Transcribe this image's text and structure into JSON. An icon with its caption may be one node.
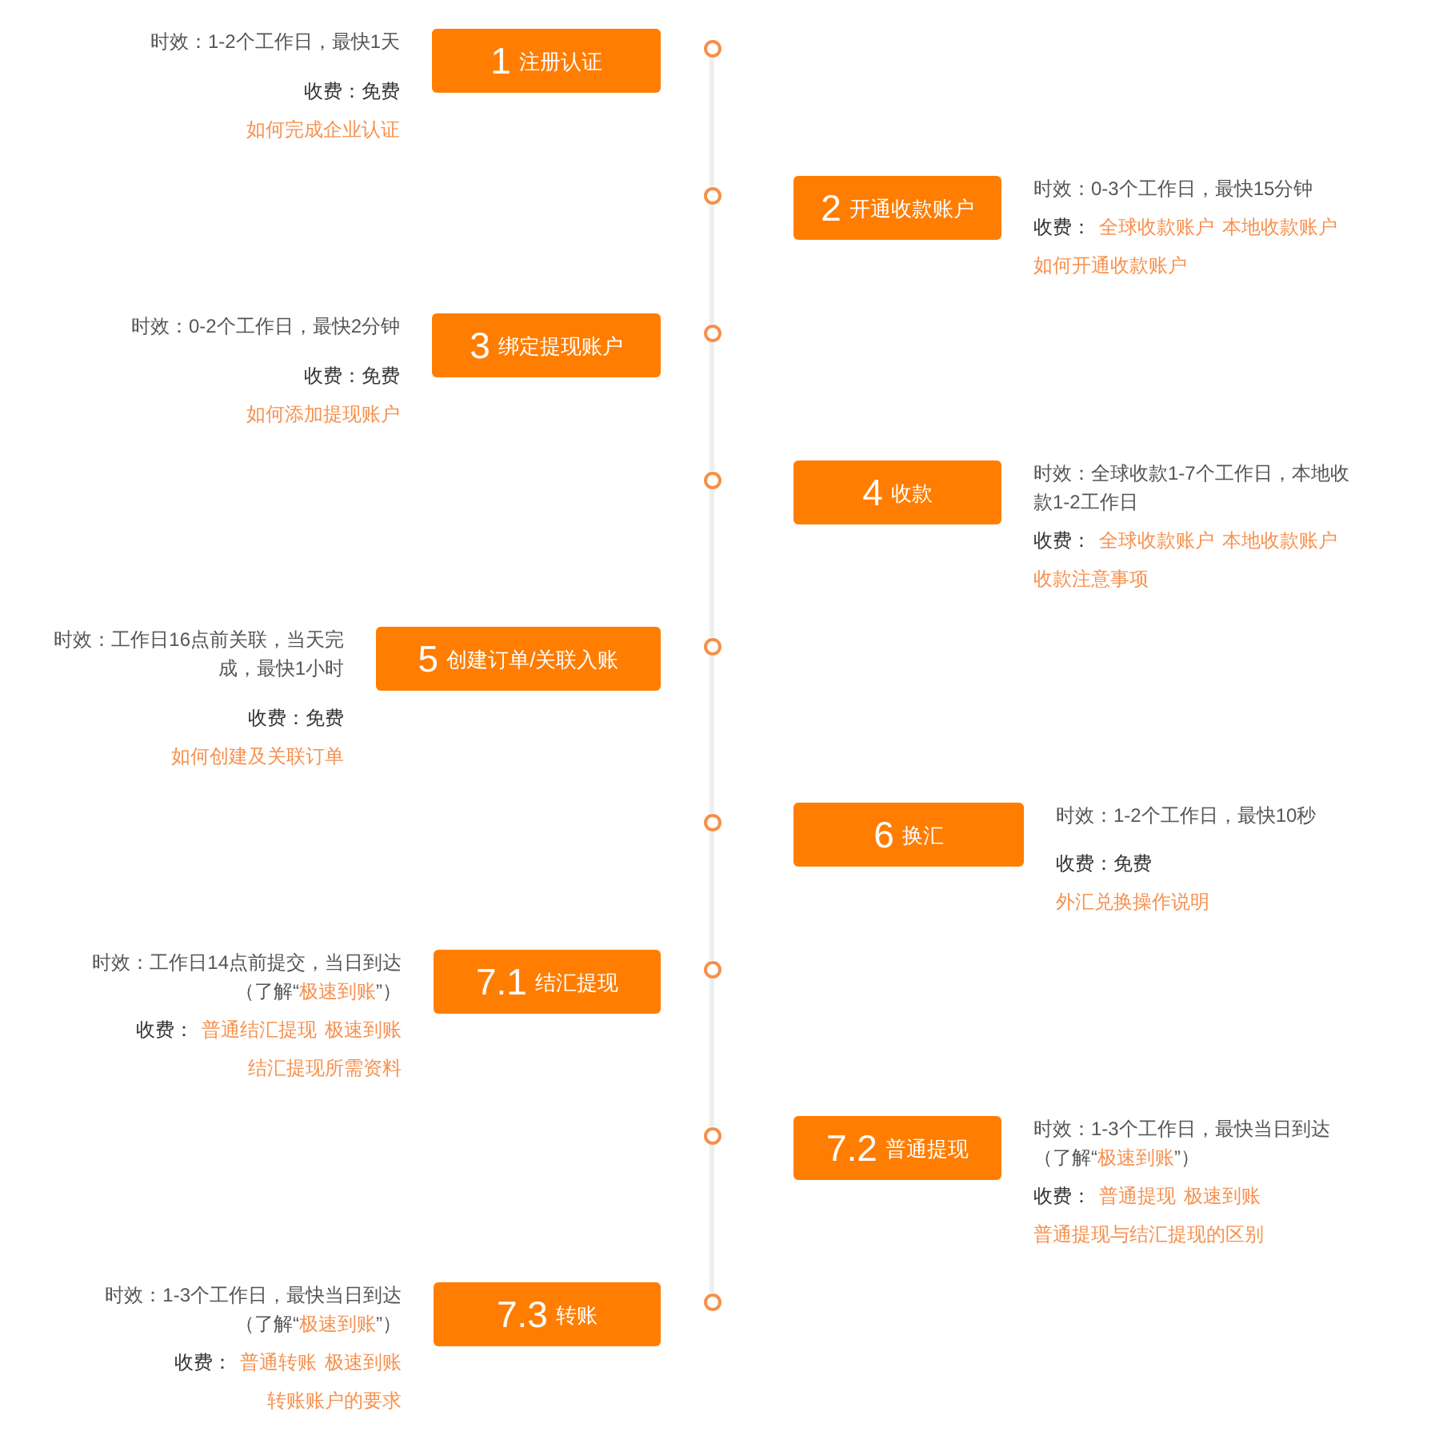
{
  "diagram": {
    "nodes": [
      {
        "text": [
          "1",
          "注册认证"
        ],
        "beside": [
          "时效：1-2个工作日，最快1天",
          "收费：免费",
          "如何完成企业认证"
        ]
      },
      {
        "text": [],
        "shape": "circle"
      },
      {
        "text": [],
        "shape": "circle"
      },
      {
        "text": [
          "2",
          "开通收款账户"
        ],
        "beside": [
          "时效：0-3个工作日，最快15分钟",
          "收费：",
          "全球收款账户",
          "本地收款账户",
          "如何开通收款账户"
        ]
      },
      {
        "text": [
          "3",
          "绑定提现账户"
        ],
        "beside": [
          "时效：0-2个工作日，最快2分钟",
          "收费：免费",
          "如何添加提现账户"
        ]
      },
      {
        "text": [],
        "shape": "circle"
      },
      {
        "text": [],
        "shape": "circle"
      },
      {
        "text": [
          "4",
          "收款"
        ],
        "beside": [
          "时效：全球收款1-7个工作日，本地收款1-2工作日",
          "收费：",
          "全球收款账户",
          "本地收款账户",
          "收款注意事项"
        ]
      },
      {
        "text": [
          "5",
          "创建订单/关联入账"
        ],
        "beside": [
          "时效：工作日16点前关联，当天完成，最快1小时",
          "收费：免费",
          "如何创建及关联订单"
        ]
      },
      {
        "text": [],
        "shape": "circle"
      },
      {
        "text": [],
        "shape": "circle"
      },
      {
        "text": [
          "6",
          "换汇"
        ],
        "beside": [
          "时效：1-2个工作日，最快10秒",
          "收费：免费",
          "外汇兑换操作说明"
        ]
      },
      {
        "text": [
          "7.1",
          "结汇提现"
        ],
        "beside": [
          "时效：工作日14点前提交，当日到达（了解“",
          "极速到账",
          "”）",
          "收费：",
          "普通结汇提现",
          "极速到账",
          "结汇提现所需资料"
        ]
      },
      {
        "text": [],
        "shape": "circle"
      },
      {
        "text": [],
        "shape": "circle"
      },
      {
        "text": [
          "7.2",
          "普通提现"
        ],
        "beside": [
          "时效：1-3个工作日，最快当日到达（了解“",
          "极速到账",
          "”）",
          "收费：",
          "普通提现",
          "极速到账",
          "普通提现与结汇提现的区别"
        ]
      },
      {
        "text": [
          "7.3",
          "转账"
        ],
        "beside": [
          "时效：1-3个工作日，最快当日到达（了解“",
          "极速到账",
          "”）",
          "收费：",
          "普通转账",
          "极速到账",
          "转账账户的要求"
        ]
      },
      {
        "text": [],
        "shape": "circle"
      }
    ],
    "edges": [
      {
        "from": 1,
        "to": 2,
        "arrow": "none"
      },
      {
        "from": 2,
        "to": 5,
        "arrow": "none"
      },
      {
        "from": 5,
        "to": 6,
        "arrow": "none"
      },
      {
        "from": 6,
        "to": 9,
        "arrow": "none"
      },
      {
        "from": 9,
        "to": 10,
        "arrow": "none"
      },
      {
        "from": 10,
        "to": 13,
        "arrow": "none"
      },
      {
        "from": 13,
        "to": 14,
        "arrow": "none"
      },
      {
        "from": 14,
        "to": 17,
        "arrow": "none"
      }
    ]
  }
}
